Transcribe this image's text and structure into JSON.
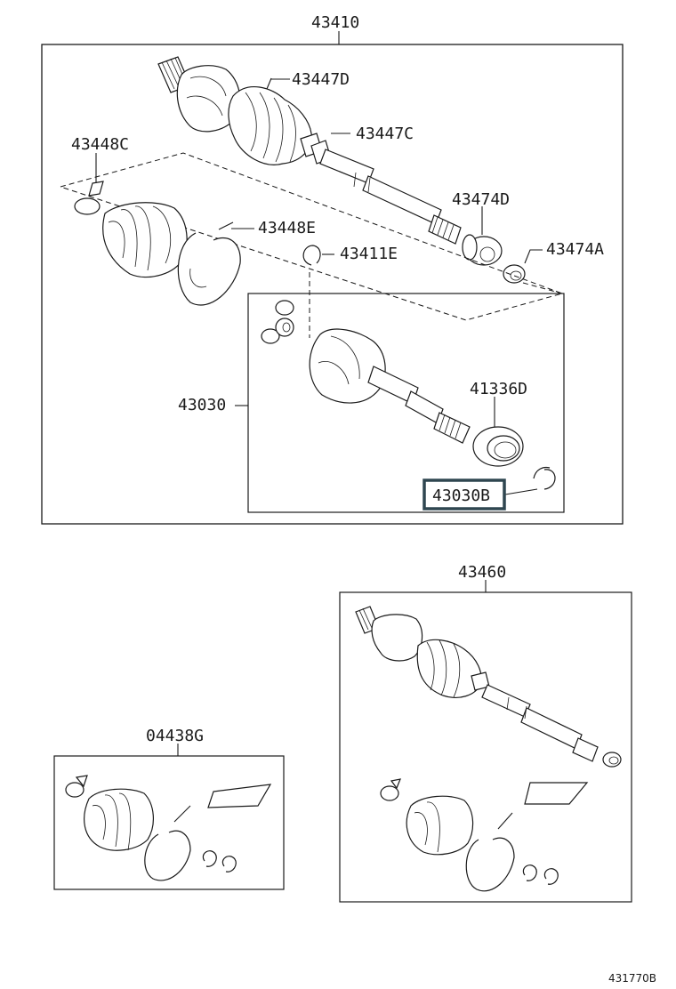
{
  "highlight_color": "#2f4650",
  "labels": {
    "assy_43410": "43410",
    "boot_43447D": "43447D",
    "clamp_43447C": "43447C",
    "clamp_43448C": "43448C",
    "clamp_43448E": "43448E",
    "snap_ring_43411E": "43411E",
    "bearing_43474D": "43474D",
    "ring_43474A": "43474A",
    "joint_43030": "43030",
    "seal_41336D": "41336D",
    "snap_43030B": "43030B",
    "assy_43460": "43460",
    "kit_04438G": "04438G",
    "diagram_code": "431770B"
  }
}
